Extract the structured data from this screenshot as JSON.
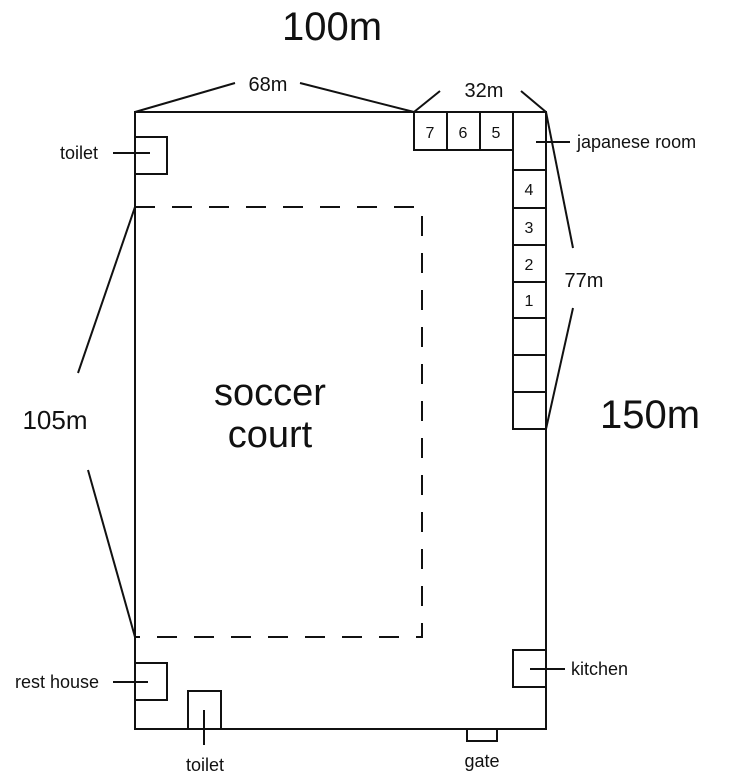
{
  "dimensions": {
    "total_width": "100m",
    "total_height": "150m",
    "left_section_width": "68m",
    "right_section_width": "32m",
    "rooms_length": "77m",
    "court_length": "105m"
  },
  "field": {
    "label_line1": "soccer",
    "label_line2": "court"
  },
  "rooms": {
    "top": [
      "7",
      "6",
      "5"
    ],
    "side": [
      "4",
      "3",
      "2",
      "1",
      "",
      "",
      ""
    ]
  },
  "labels": {
    "japanese_room": "japanese room",
    "toilet_top": "toilet",
    "rest_house": "rest house",
    "toilet_bottom": "toilet",
    "gate": "gate",
    "kitchen": "kitchen"
  }
}
